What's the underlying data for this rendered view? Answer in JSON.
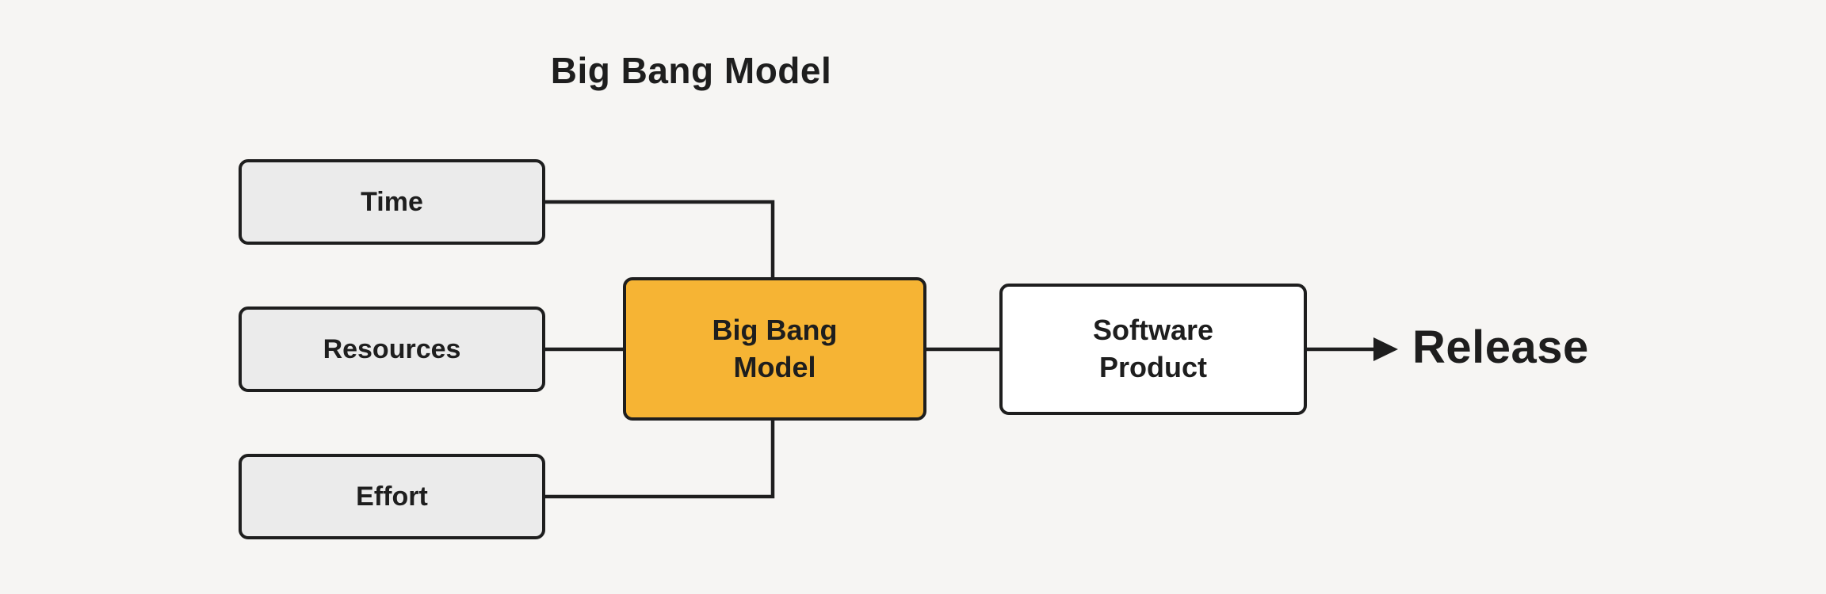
{
  "diagram": {
    "title": "Big Bang Model",
    "nodes": {
      "time": {
        "label": "Time"
      },
      "resources": {
        "label": "Resources"
      },
      "effort": {
        "label": "Effort"
      },
      "model": {
        "label": "Big Bang\nModel"
      },
      "product": {
        "label": "Software\nProduct"
      },
      "release": {
        "label": "Release"
      }
    }
  },
  "colors": {
    "bg": "#f6f5f3",
    "box-fill": "#ebebeb",
    "model-fill": "#f6b434",
    "product-fill": "#ffffff",
    "line": "#1e1e1e",
    "text": "#1e1e1e"
  }
}
